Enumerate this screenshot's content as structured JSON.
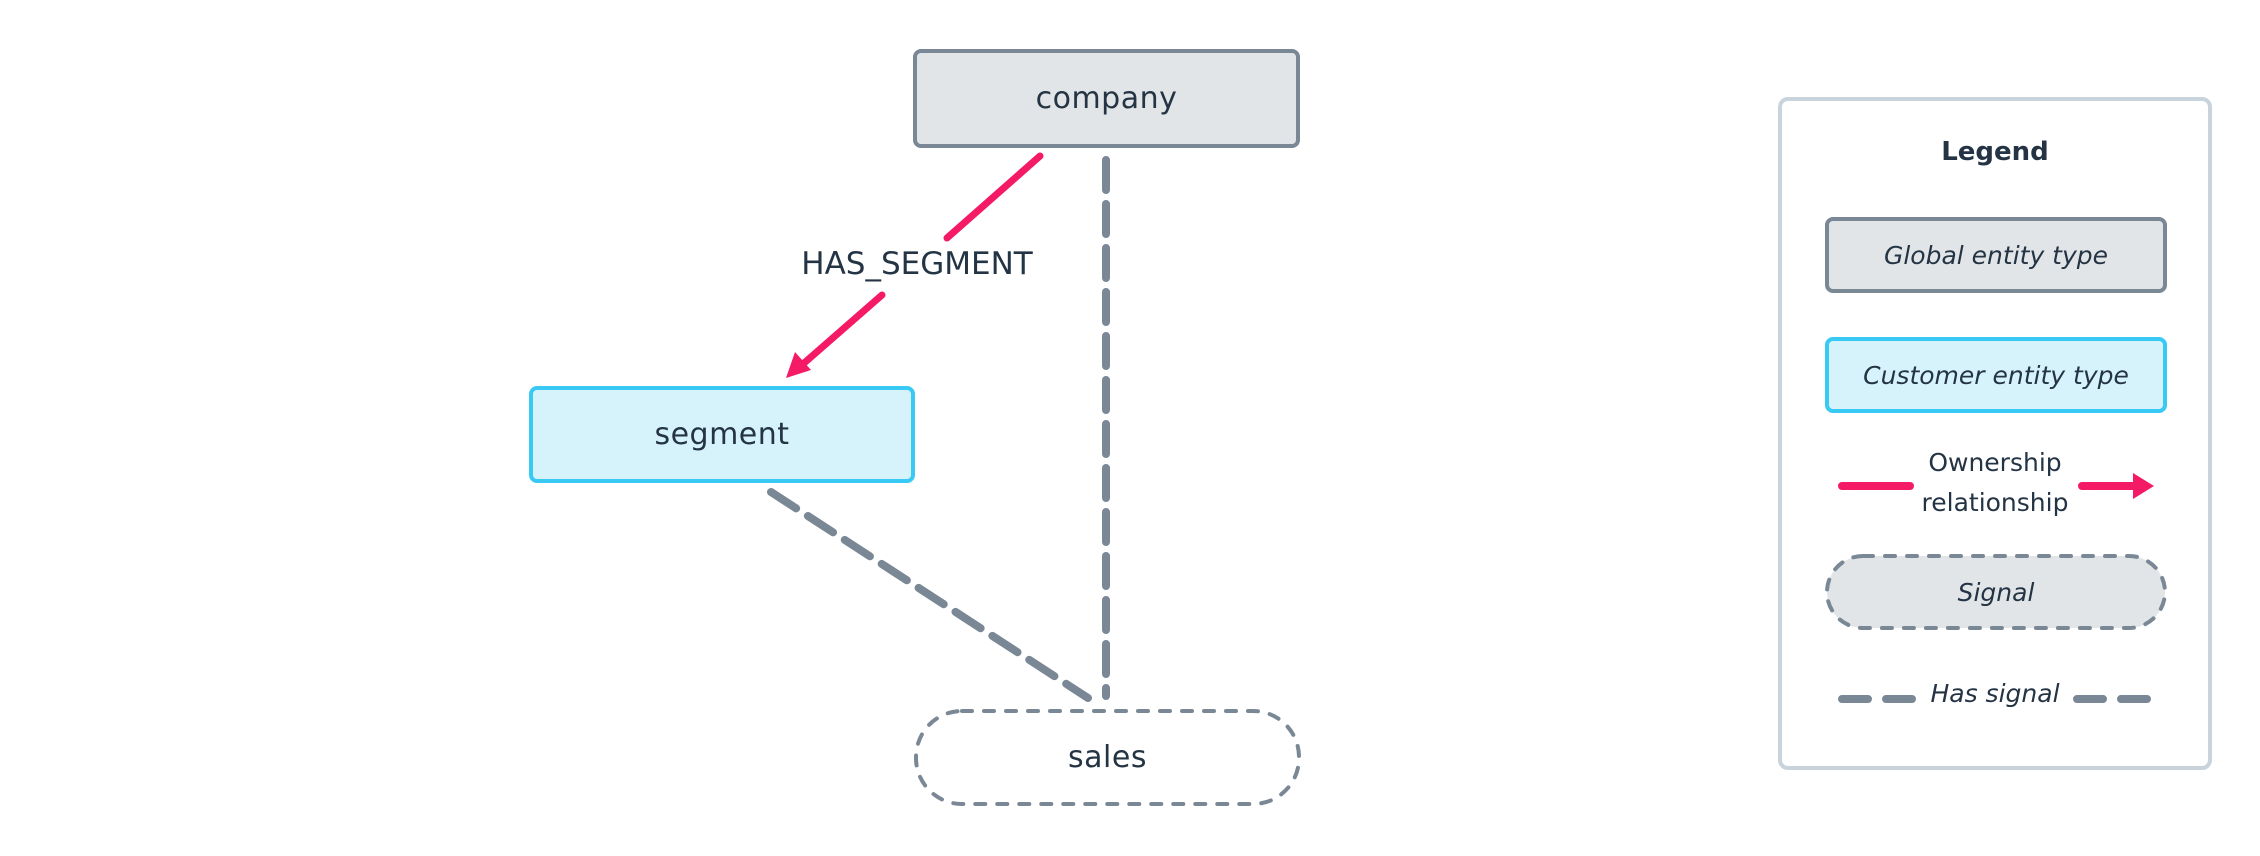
{
  "diagram": {
    "nodes": [
      {
        "id": "company",
        "label": "company",
        "type": "global"
      },
      {
        "id": "segment",
        "label": "segment",
        "type": "customer"
      },
      {
        "id": "sales",
        "label": "sales",
        "type": "signal"
      }
    ],
    "edges": [
      {
        "from": "company",
        "to": "segment",
        "label": "HAS_SEGMENT",
        "type": "ownership"
      },
      {
        "from": "company",
        "to": "sales",
        "label": "",
        "type": "has_signal"
      },
      {
        "from": "segment",
        "to": "sales",
        "label": "",
        "type": "has_signal"
      }
    ]
  },
  "legend": {
    "title": "Legend",
    "items": {
      "global": "Global entity type",
      "customer": "Customer entity type",
      "ownership_line1": "Ownership",
      "ownership_line2": "relationship",
      "signal": "Signal",
      "has_signal": "Has signal"
    }
  },
  "colors": {
    "ownership": "#f41a66",
    "signal_edge": "#7a8896",
    "global_fill": "#e2e5e8",
    "global_border": "#7a8896",
    "customer_fill": "#d6f3fc",
    "customer_border": "#38c9f5",
    "text": "#243444",
    "legend_border": "#c8d3dc"
  }
}
